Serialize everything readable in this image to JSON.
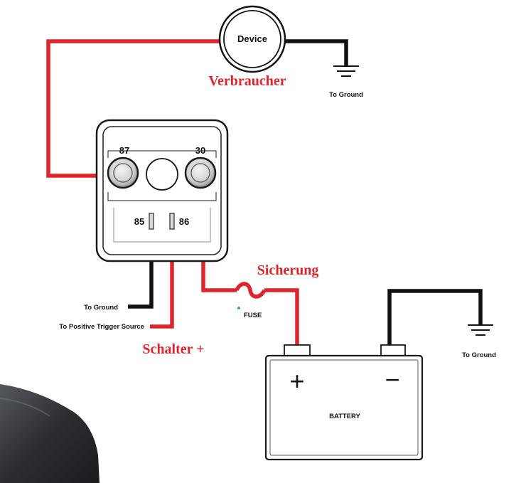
{
  "colors": {
    "positive_wire": "#e0242b",
    "ground_wire": "#111111",
    "annotation_text": "#e0242b",
    "background": "#ffffff"
  },
  "device": {
    "label": "Device",
    "annotation": "Verbraucher",
    "ground_label": "To Ground"
  },
  "relay": {
    "pin_87": "87",
    "pin_30": "30",
    "pin_85": "85",
    "pin_86": "86"
  },
  "trigger": {
    "ground_label": "To Ground",
    "positive_label": "To Positive Trigger Source",
    "annotation": "Schalter +"
  },
  "fuse": {
    "label": "FUSE",
    "annotation": "Sicherung"
  },
  "battery": {
    "label": "BATTERY",
    "plus_symbol": "+",
    "minus_symbol": "−",
    "ground_label": "To Ground"
  },
  "icons": [
    "ground-symbol-icon",
    "fuse-symbol-icon",
    "relay-terminal-icon"
  ]
}
